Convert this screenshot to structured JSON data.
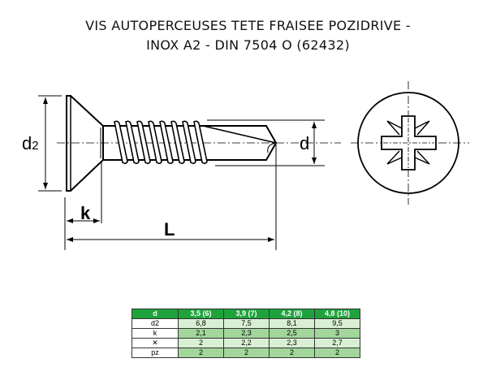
{
  "title": {
    "line1": "VIS AUTOPERCEUSES TETE FRAISEE POZIDRIVE -",
    "line2": "INOX A2 - DIN 7504 O (62432)"
  },
  "drawing": {
    "label_d2_main": "d",
    "label_d2_sub": "2",
    "label_d": "d",
    "label_k": "k",
    "label_L": "L"
  },
  "table": {
    "header": [
      "d",
      "3,5 (6)",
      "3,9 (7)",
      "4,2 (8)",
      "4,8 (10)"
    ],
    "rows": [
      {
        "label": "d2",
        "values": [
          "6,8",
          "7,5",
          "8,1",
          "9,5"
        ]
      },
      {
        "label": "k",
        "values": [
          "2,1",
          "2,3",
          "2,5",
          "3"
        ]
      },
      {
        "label": "✕",
        "values": [
          "2",
          "2,2",
          "2,3",
          "2,7"
        ]
      },
      {
        "label": "pz",
        "values": [
          "2",
          "2",
          "2",
          "2"
        ]
      }
    ]
  },
  "colors": {
    "header": "#1ea33c",
    "light": "#d9efd3",
    "dark": "#a2d69b"
  }
}
